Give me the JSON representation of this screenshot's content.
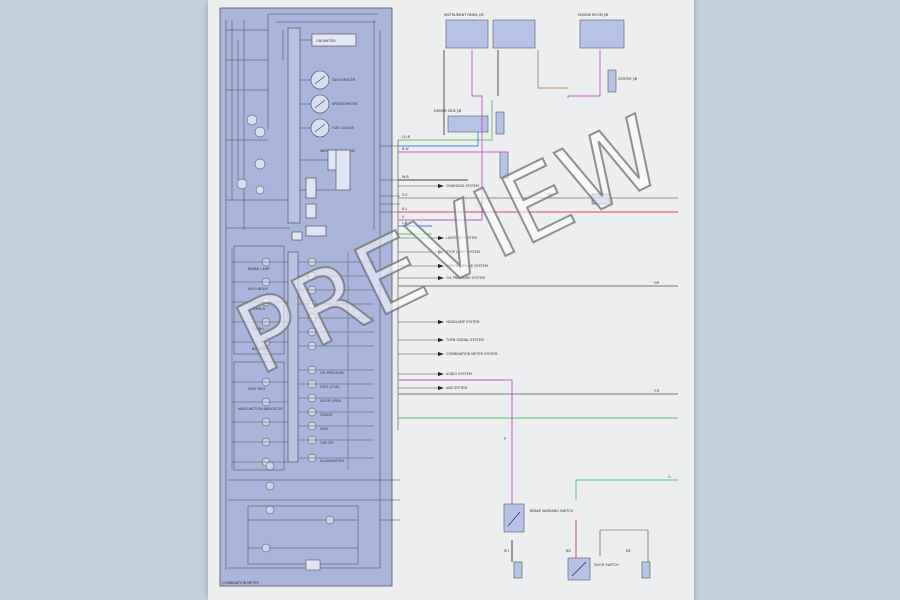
{
  "watermark": "PREVIEW",
  "combination_meter": {
    "gauges": [
      "ODOMETER",
      "TACHOMETER",
      "SPEEDOMETER",
      "FUEL GAUGE",
      "WATER TEMP GAUGE"
    ],
    "left_indicators": [
      "BRAKE LAMP",
      "HIGH BEAM",
      "TURN R",
      "TURN L",
      "BATTERY",
      "SEAT BELT",
      "MALFUNCTION INDICATOR"
    ],
    "right_indicators": [
      "OIL PRESSURE",
      "FUEL LEVEL",
      "DOOR OPEN",
      "CRUISE",
      "4WD",
      "O/D OFF",
      "ILLUMINATION"
    ],
    "caption": "COMBINATION METER"
  },
  "modules": [
    {
      "label": "INSTRUMENT PANEL J/B"
    },
    {
      "label": "ENGINE ROOM J/B"
    },
    {
      "label": "DRIVER SIDE J/B"
    },
    {
      "label": "CENTER J/B"
    }
  ],
  "systems": [
    "CHARGING SYSTEM",
    "LIGHTING SYSTEM",
    "STOP LAMP SYSTEM",
    "PARKING BRAKE SYSTEM",
    "OIL PRESSURE SYSTEM",
    "HEADLAMP SYSTEM",
    "TURN SIGNAL SYSTEM",
    "COMBINATION METER SYSTEM",
    "AUDIO SYSTEM",
    "ABS SYSTEM"
  ],
  "wires": [
    "B-W",
    "LG-B",
    "W-B",
    "G-Y",
    "R-L",
    "V",
    "BR",
    "GR",
    "L-B",
    "Y-R",
    "P",
    "O"
  ],
  "lower": {
    "brake_warning_switch": "BRAKE WARNING SWITCH",
    "door_switch": "DOOR SWITCH",
    "grounds": [
      "IE1",
      "BD",
      "EB"
    ]
  },
  "colors": {
    "wire_green": "#58c36a",
    "wire_magenta": "#c458c4",
    "wire_red": "#d94a4a",
    "wire_blue": "#4a7be0",
    "wire_brown": "#b08a5a",
    "meter_fill": "#a9b5dd"
  }
}
